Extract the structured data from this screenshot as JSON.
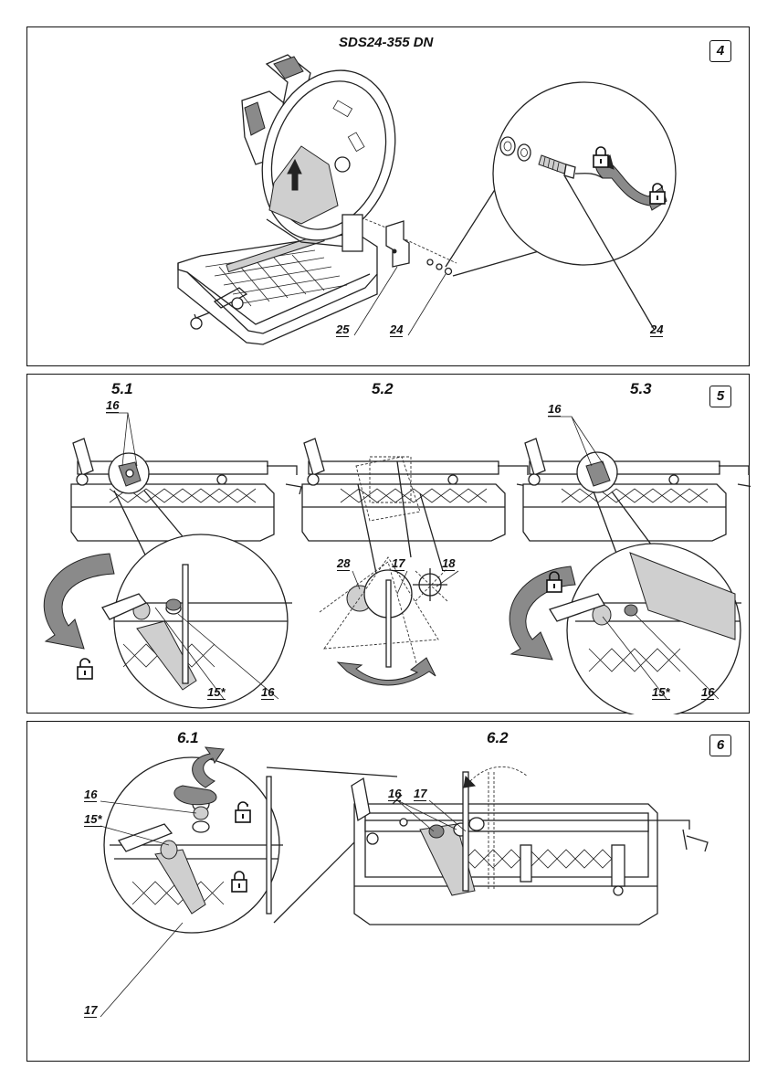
{
  "panel4": {
    "title": "SDS24-355 DN",
    "number": "4",
    "callouts": [
      "25",
      "24",
      "24"
    ],
    "icons": [
      "lock-closed-icon",
      "lock-open-icon"
    ]
  },
  "panel5": {
    "number": "5",
    "steps": [
      "5.1",
      "5.2",
      "5.3"
    ],
    "step1_callouts": {
      "a": "16",
      "b": "15*",
      "c": "16"
    },
    "step2_callouts": {
      "a": "28",
      "b": "17",
      "c": "18"
    },
    "step3_callouts": {
      "a": "16",
      "b": "15*",
      "c": "16"
    },
    "icons": [
      "lock-open-icon",
      "lock-closed-icon",
      "rotate-arrow-icon"
    ]
  },
  "panel6": {
    "number": "6",
    "steps": [
      "6.1",
      "6.2"
    ],
    "step1_callouts": {
      "a": "16",
      "b": "15*",
      "c": "17"
    },
    "step2_callouts": {
      "a": "16",
      "b": "17"
    },
    "icons": [
      "lock-open-icon",
      "lock-closed-icon"
    ]
  }
}
